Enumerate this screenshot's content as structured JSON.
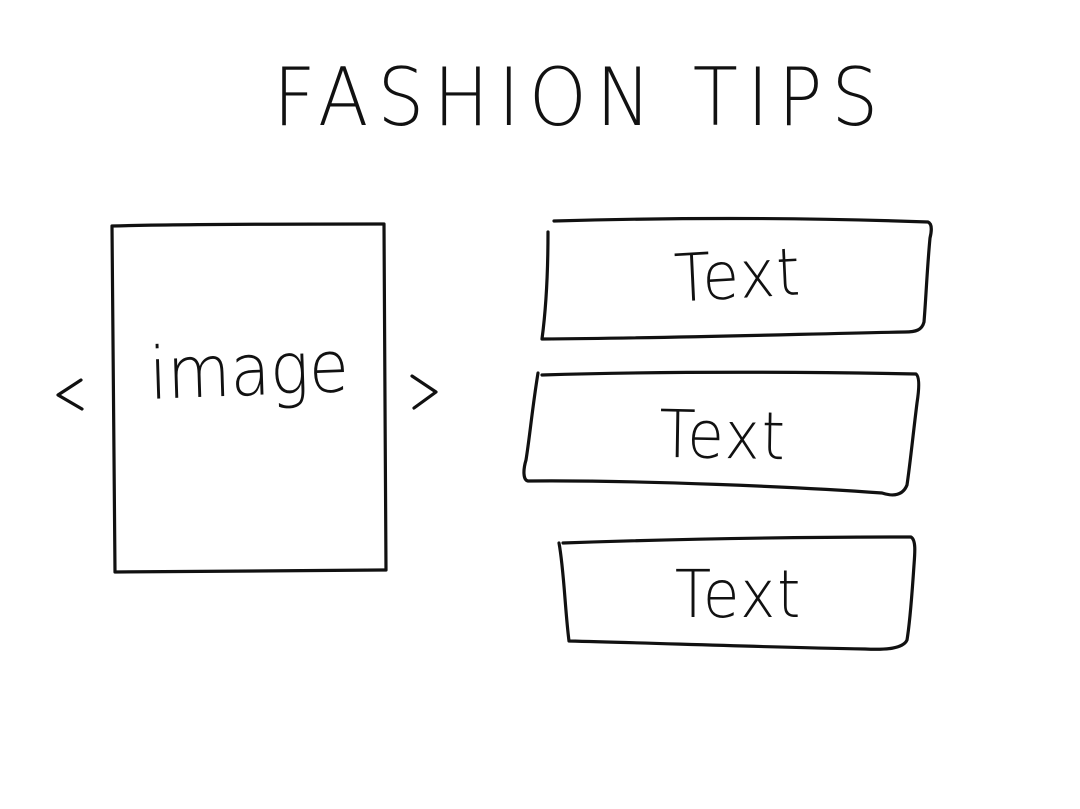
{
  "title": "FASHION TIPS",
  "carousel": {
    "image_label": "image",
    "prev_symbol": "<",
    "next_symbol": ">"
  },
  "tip_boxes": [
    {
      "label": "Text"
    },
    {
      "label": "Text"
    },
    {
      "label": "Text"
    }
  ],
  "colors": {
    "ink": "#111111",
    "background": "#ffffff"
  }
}
